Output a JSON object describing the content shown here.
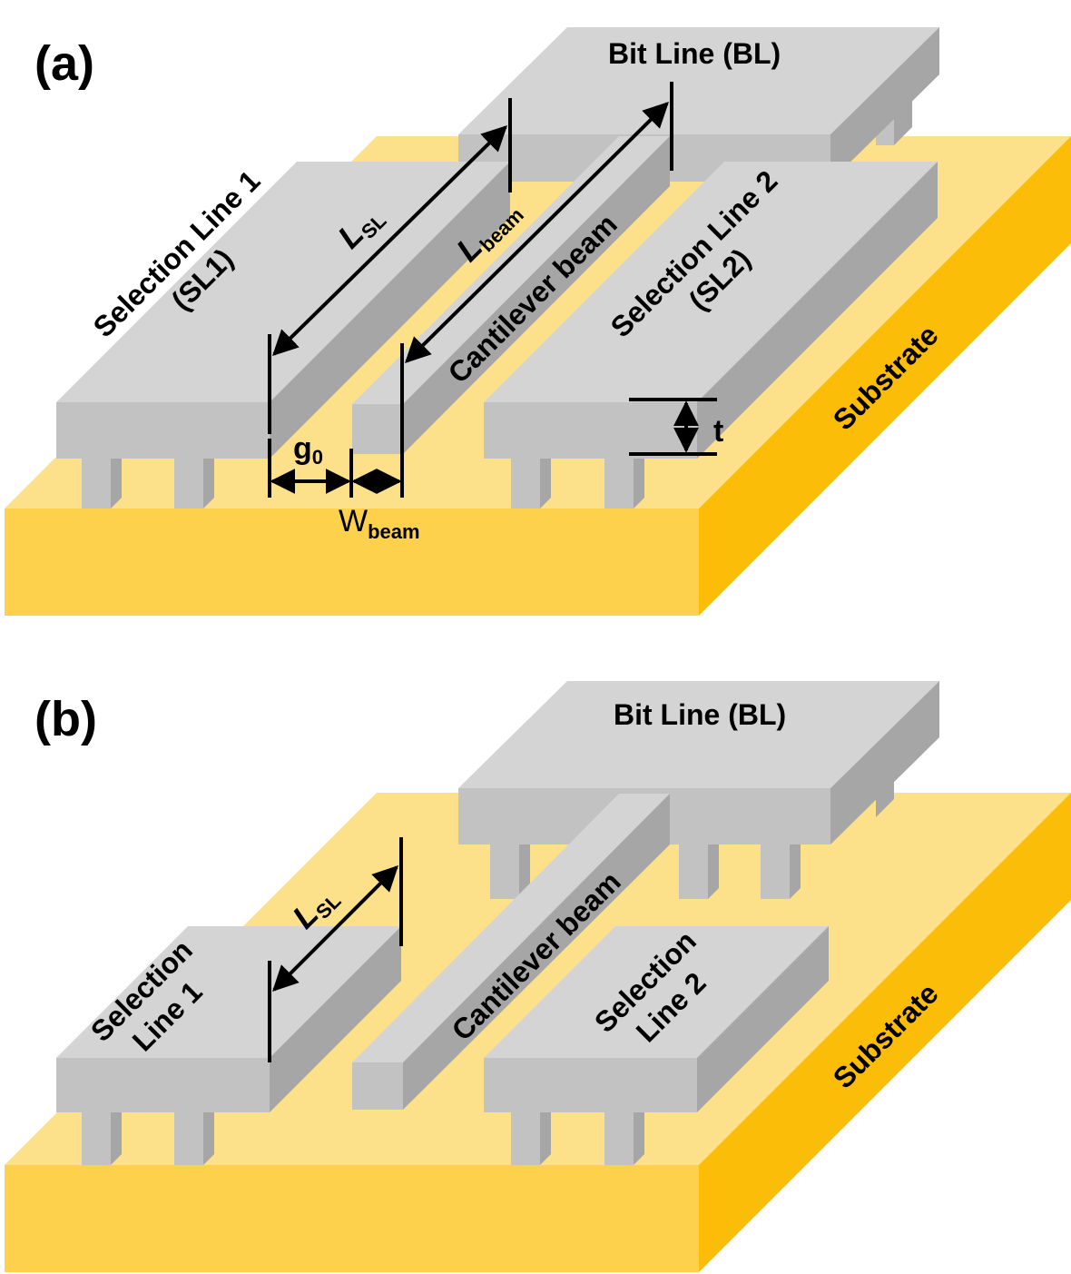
{
  "colors": {
    "substrate_top": "#fde08a",
    "substrate_front": "#fdd14b",
    "substrate_side": "#fbbd07",
    "metal_top": "#d4d4d4",
    "metal_front": "#c2c2c2",
    "metal_side": "#a6a6a6",
    "line": "#000000"
  },
  "panel_a": {
    "label": "(a)",
    "bit_line": "Bit Line (BL)",
    "sl1_line1": "Selection Line 1",
    "sl1_line2": "(SL1)",
    "sl2_line1": "Selection Line 2",
    "sl2_line2": "(SL2)",
    "beam": "Cantilever beam",
    "substrate": "Substrate",
    "l_sl": "L",
    "l_sl_sub": "SL",
    "l_beam": "L",
    "l_beam_sub": "beam",
    "g0": "g",
    "g0_sub": "0",
    "w_beam": "W",
    "w_beam_sub": "beam",
    "t": "t"
  },
  "panel_b": {
    "label": "(b)",
    "bit_line": "Bit Line (BL)",
    "sl1_line1": "Selection",
    "sl1_line2": "Line 1",
    "sl2_line1": "Selection",
    "sl2_line2": "Line 2",
    "beam": "Cantilever beam",
    "substrate": "Substrate",
    "l_sl": "L",
    "l_sl_sub": "SL"
  }
}
